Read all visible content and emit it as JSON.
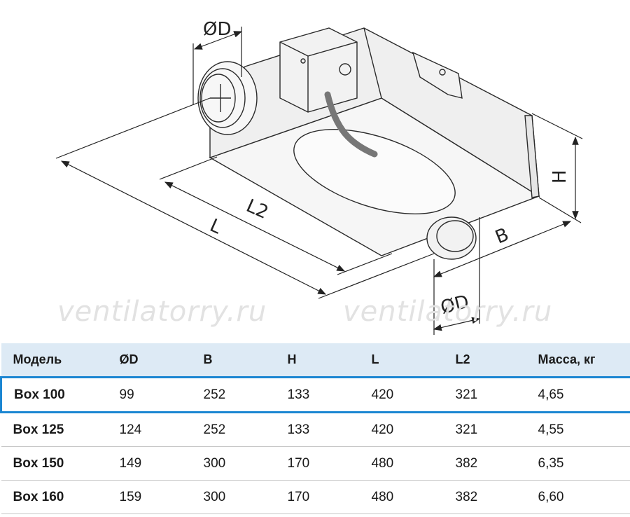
{
  "watermark": "ventilatorry.ru",
  "drawing": {
    "label_d_top": "ØD",
    "label_d_bottom": "ØD",
    "label_l": "L",
    "label_l2": "L2",
    "label_b": "B",
    "label_h": "H"
  },
  "table": {
    "headers": [
      "Модель",
      "ØD",
      "B",
      "H",
      "L",
      "L2",
      "Масса, кг"
    ],
    "rows": [
      [
        "Box 100",
        "99",
        "252",
        "133",
        "420",
        "321",
        "4,65"
      ],
      [
        "Box 125",
        "124",
        "252",
        "133",
        "420",
        "321",
        "4,55"
      ],
      [
        "Box 150",
        "149",
        "300",
        "170",
        "480",
        "382",
        "6,35"
      ],
      [
        "Box 160",
        "159",
        "300",
        "170",
        "480",
        "382",
        "6,60"
      ]
    ],
    "highlight_row": 0,
    "highlight_color": "#1b86d2",
    "header_bg": "#ddeaf5"
  }
}
